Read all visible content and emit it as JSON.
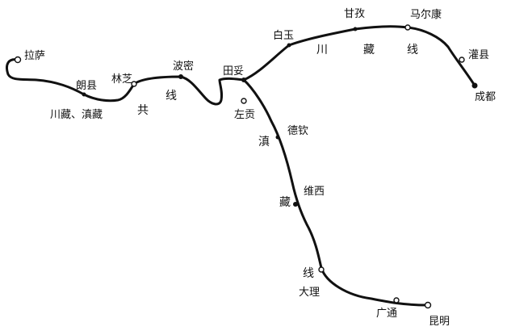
{
  "map": {
    "line_color": "#111111",
    "routes": [
      {
        "id": "chuan-zang-dian-zang-shared",
        "name": "川藏、滇藏共线"
      },
      {
        "id": "chuan-zang",
        "name": "川藏线"
      },
      {
        "id": "dian-zang",
        "name": "滇藏线"
      }
    ],
    "stations": [
      {
        "id": "lasa",
        "name": "拉萨",
        "marker": "open"
      },
      {
        "id": "langxian",
        "name": "朗县",
        "marker": "solid"
      },
      {
        "id": "linzhi",
        "name": "林芝",
        "marker": "open"
      },
      {
        "id": "bomi",
        "name": "波密",
        "marker": "solid"
      },
      {
        "id": "tianmo",
        "name": "田妥",
        "marker": "solid"
      },
      {
        "id": "baiyu",
        "name": "白玉",
        "marker": "solid"
      },
      {
        "id": "ganzi",
        "name": "甘孜",
        "marker": "solid"
      },
      {
        "id": "maerkang",
        "name": "马尔康",
        "marker": "open"
      },
      {
        "id": "guanxian",
        "name": "灌县",
        "marker": "open"
      },
      {
        "id": "chengdu",
        "name": "成都",
        "marker": "solid"
      },
      {
        "id": "zuogong",
        "name": "左贡",
        "marker": "open"
      },
      {
        "id": "deqin",
        "name": "德钦",
        "marker": "solid"
      },
      {
        "id": "weixi",
        "name": "维西",
        "marker": "solid"
      },
      {
        "id": "dali",
        "name": "大理",
        "marker": "open"
      },
      {
        "id": "guangtong",
        "name": "广通",
        "marker": "open"
      },
      {
        "id": "kunming",
        "name": "昆明",
        "marker": "open"
      }
    ],
    "route_labels": {
      "shared_caption": "川藏、滇藏",
      "shared_chars": [
        "共",
        "线"
      ],
      "chuanzang_chars": [
        "川",
        "藏",
        "线"
      ],
      "dianzang_chars": [
        "滇",
        "藏",
        "线"
      ]
    }
  }
}
